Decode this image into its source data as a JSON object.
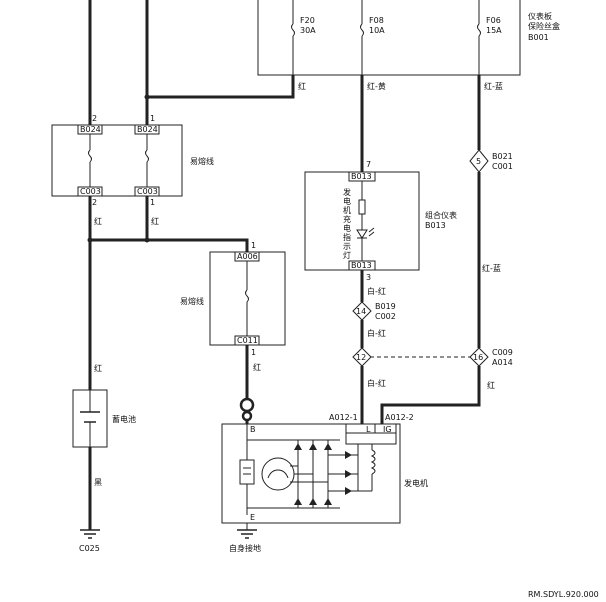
{
  "fuse_box": {
    "title_line1": "仪表板",
    "title_line2": "保险丝盒",
    "code": "B001",
    "fuses": [
      {
        "name": "F20",
        "rating": "30A"
      },
      {
        "name": "F08",
        "rating": "10A"
      },
      {
        "name": "F06",
        "rating": "15A"
      }
    ]
  },
  "wires": {
    "red": "红",
    "red_yellow": "红-黄",
    "red_blue": "红-蓝",
    "white_red": "白-红",
    "black": "黑"
  },
  "fusible_link_1": {
    "label": "易熔线",
    "top_conn": "B024",
    "bottom_conn": "C003",
    "pin_left": "2",
    "pin_right": "1"
  },
  "fusible_link_2": {
    "label": "易熔线",
    "top_conn": "A006",
    "bottom_conn": "C011",
    "pin_top": "1",
    "pin_bottom": "1"
  },
  "instrument": {
    "label": "组合仪表",
    "code": "B013",
    "top_conn": "B013",
    "bottom_conn": "B013",
    "pin_top": "7",
    "pin_bottom": "3",
    "lamp_chars": [
      "发",
      "电",
      "机",
      "充",
      "电",
      "指",
      "示",
      "灯"
    ]
  },
  "connectors": {
    "c1": {
      "pin": "5",
      "code1": "B021",
      "code2": "C001"
    },
    "c2": {
      "pin": "14",
      "code1": "B019",
      "code2": "C002"
    },
    "c3": {
      "pin": "12"
    },
    "c4": {
      "pin": "16",
      "code1": "C009",
      "code2": "A014"
    }
  },
  "battery": {
    "label": "蓄电池",
    "ground": "C025"
  },
  "generator": {
    "label": "发电机",
    "conn1": "A012-1",
    "conn2": "A012-2",
    "term_b": "B",
    "term_l": "L",
    "term_ig": "IG",
    "term_e": "E",
    "ground_label": "自身接地"
  },
  "doc_code": "RM.SDYL.920.000"
}
